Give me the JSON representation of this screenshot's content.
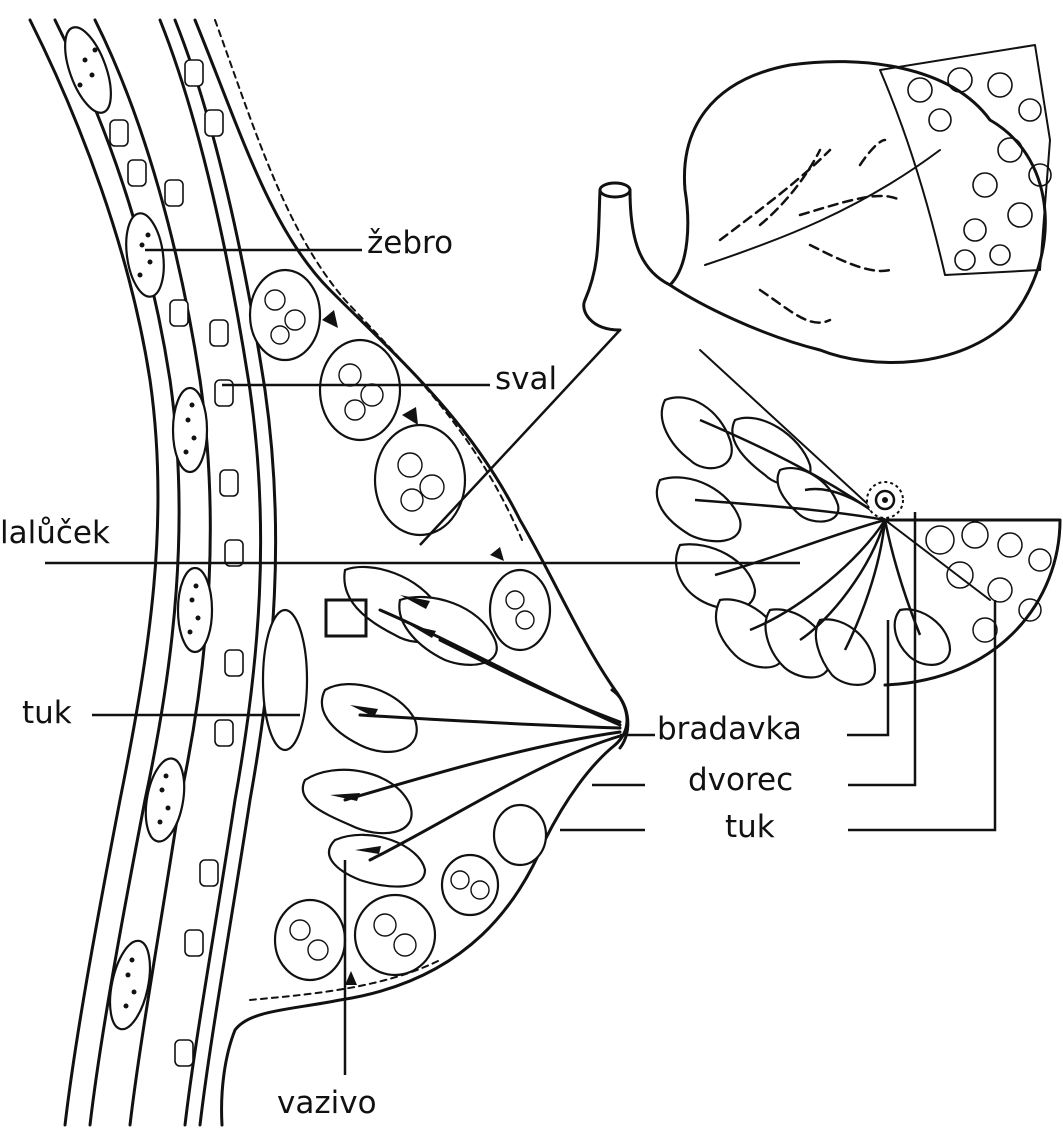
{
  "labels": {
    "zebro": "žebro",
    "sval": "sval",
    "lalucek": "lalůček",
    "tuk_left": "tuk",
    "bradavka": "bradavka",
    "dvorec": "dvorec",
    "tuk_right": "tuk",
    "vazivo": "vazivo"
  },
  "colors": {
    "ink": "#111111",
    "background": "#ffffff"
  }
}
